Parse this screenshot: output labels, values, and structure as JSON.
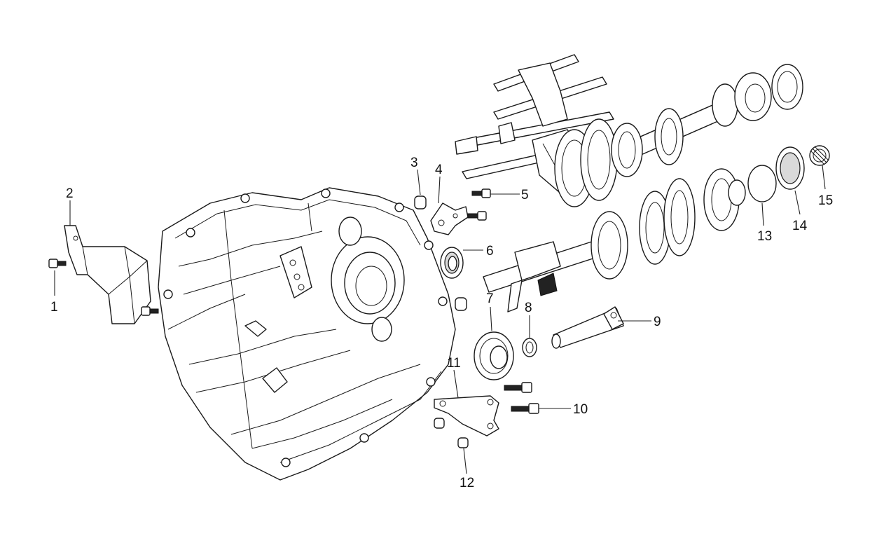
{
  "diagram": {
    "callouts": [
      {
        "id": "1",
        "label": "1"
      },
      {
        "id": "2",
        "label": "2"
      },
      {
        "id": "3",
        "label": "3"
      },
      {
        "id": "4",
        "label": "4"
      },
      {
        "id": "5",
        "label": "5"
      },
      {
        "id": "6",
        "label": "6"
      },
      {
        "id": "7",
        "label": "7"
      },
      {
        "id": "8",
        "label": "8"
      },
      {
        "id": "9",
        "label": "9"
      },
      {
        "id": "10",
        "label": "10"
      },
      {
        "id": "11",
        "label": "11"
      },
      {
        "id": "12",
        "label": "12"
      },
      {
        "id": "13",
        "label": "13"
      },
      {
        "id": "14",
        "label": "14"
      },
      {
        "id": "15",
        "label": "15"
      }
    ],
    "line_color": "#1a1a1a",
    "background": "#ffffff"
  }
}
